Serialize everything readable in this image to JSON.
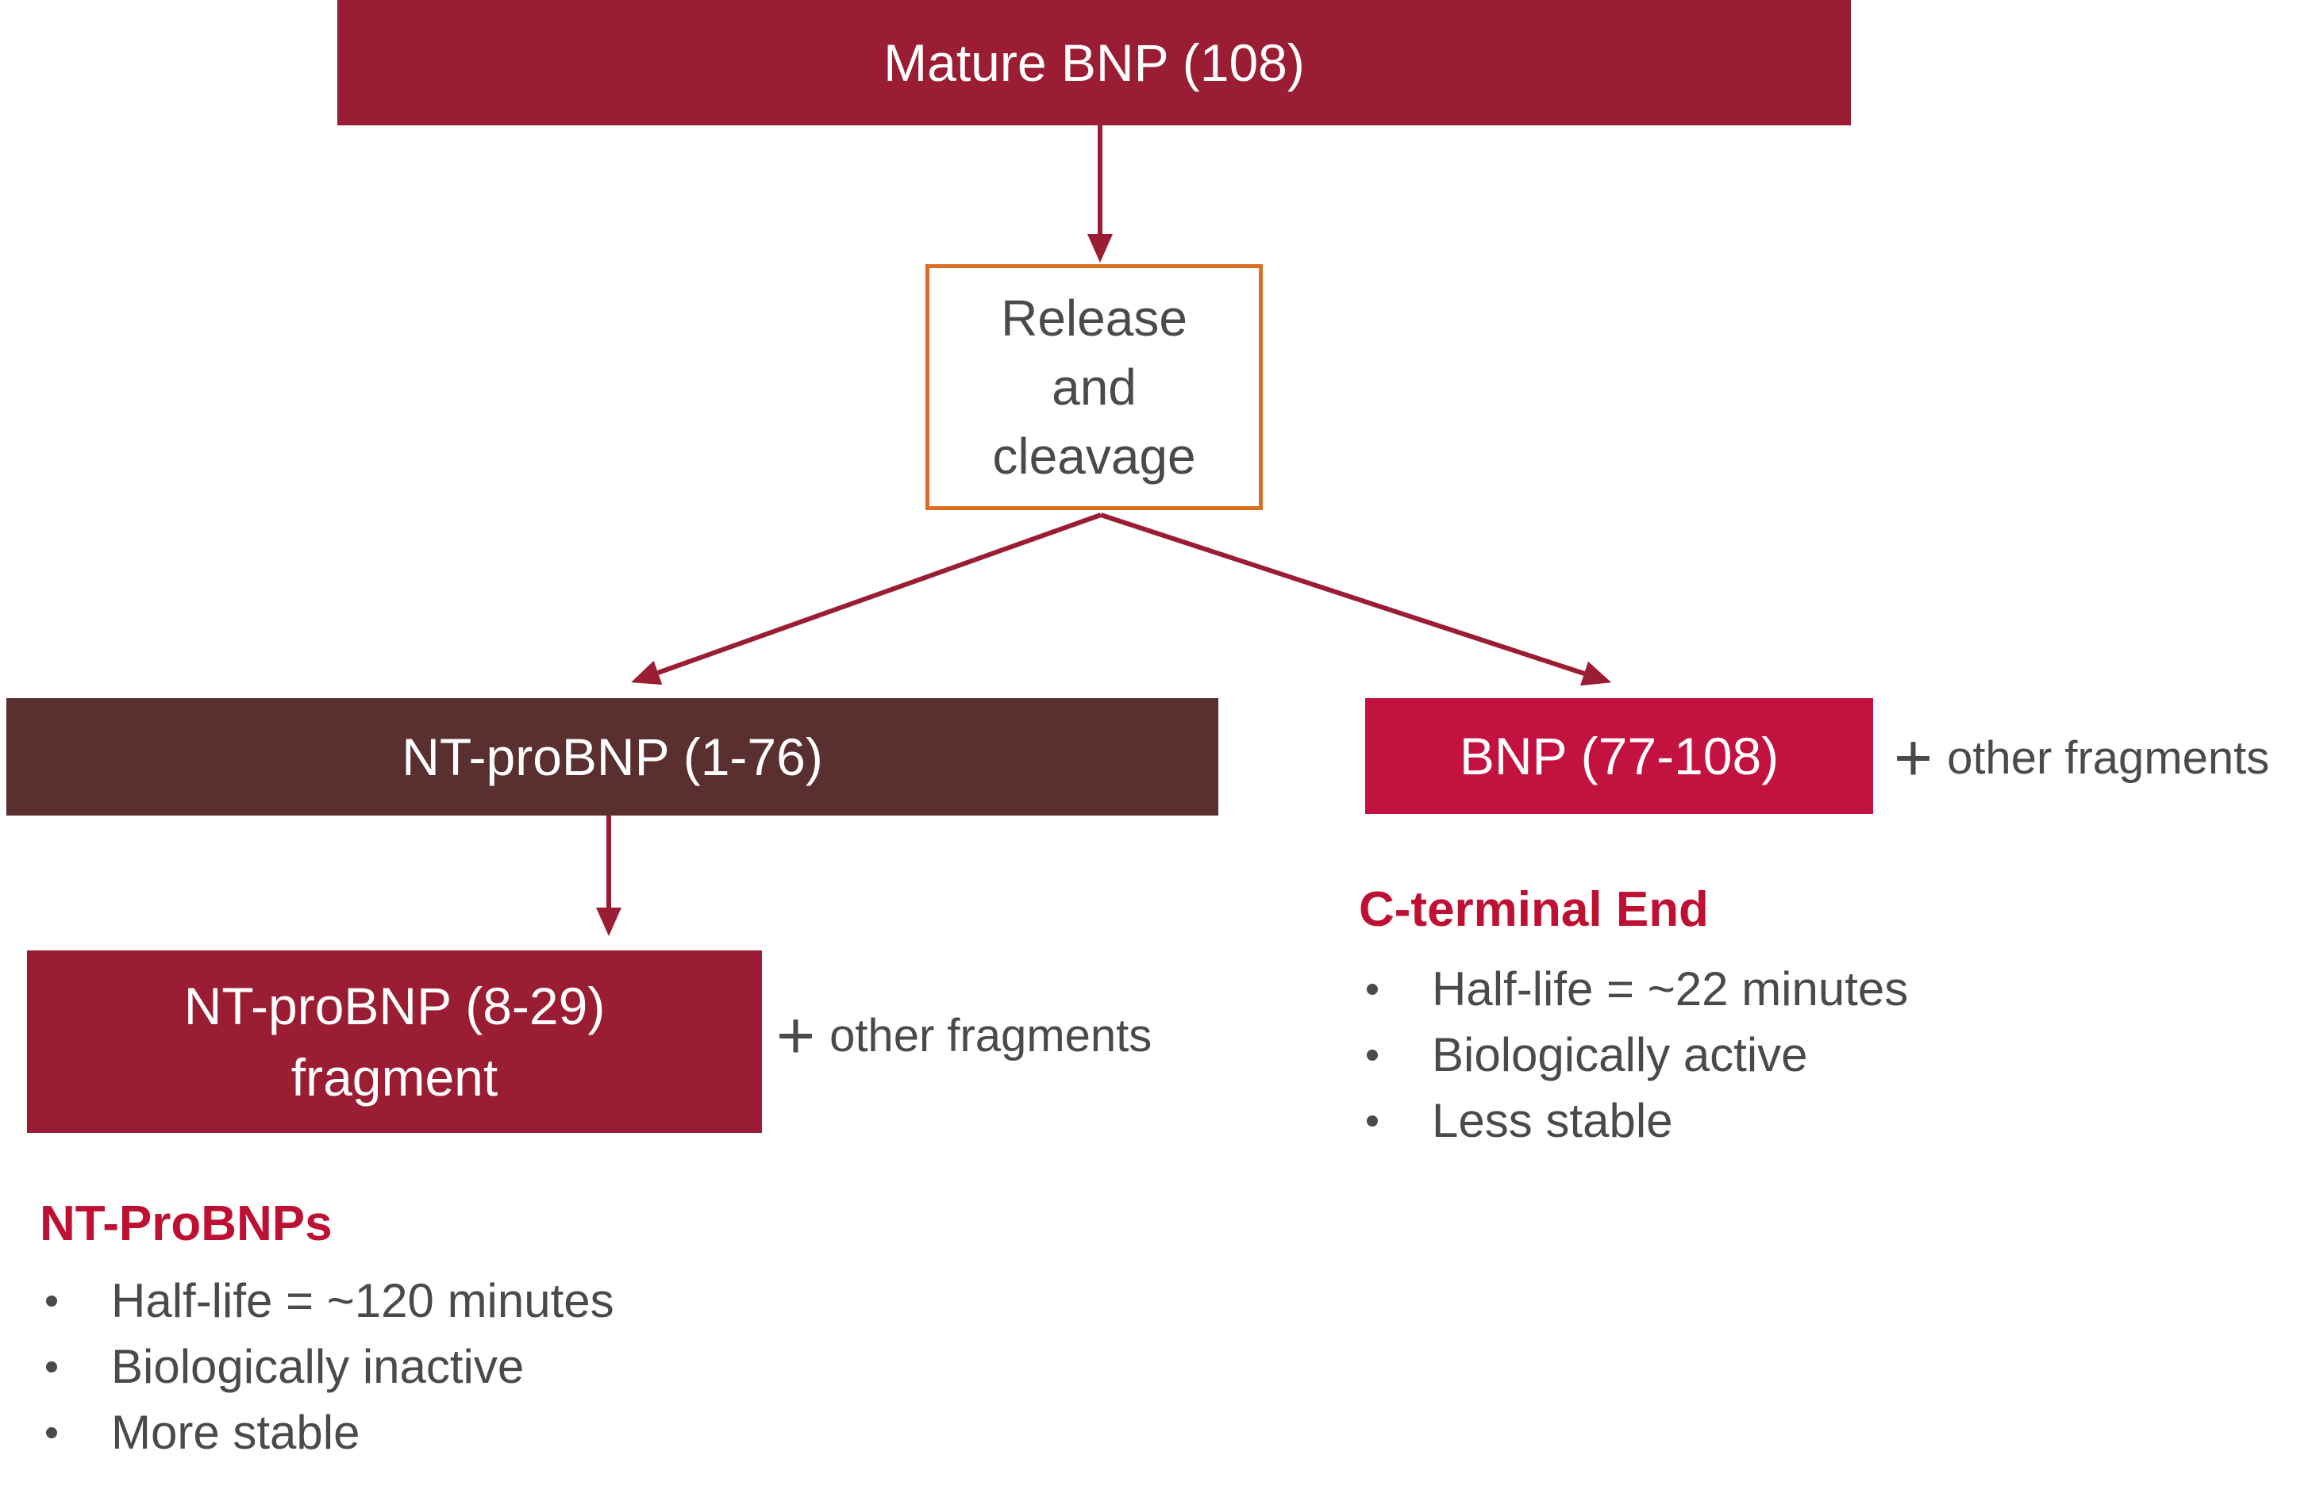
{
  "colors": {
    "background": "#FFFFFF",
    "crimson": "#9A1D33",
    "crimson_bright": "#C31140",
    "maroon_dark": "#5A2F30",
    "orange": "#D96F23",
    "text_gray": "#4A4A4B",
    "heading_red": "#BE1032",
    "box_text": "#FFFFFF"
  },
  "flowchart": {
    "mature_box": {
      "label": "Mature BNP (108)"
    },
    "release_box": {
      "lines": [
        "Release",
        "and",
        "cleavage"
      ]
    },
    "nt_probnp_1_76_box": {
      "label": "NT-proBNP (1-76)"
    },
    "bnp_box": {
      "label": "BNP (77-108)"
    },
    "bnp_plus": {
      "plus": "+",
      "label": "other fragments"
    },
    "nt_probnp_8_29_box": {
      "lines": [
        "NT-proBNP (8-29)",
        "fragment"
      ]
    },
    "nt829_plus": {
      "plus": "+",
      "label": "other fragments"
    }
  },
  "nt_probnp_panel": {
    "heading": "NT-ProBNPs",
    "bullets": [
      "Half-life = ~120 minutes",
      "Biologically inactive",
      "More stable"
    ]
  },
  "c_terminal_panel": {
    "heading": "C-terminal End",
    "bullets": [
      "Half-life = ~22 minutes",
      "Biologically active",
      "Less stable"
    ]
  }
}
